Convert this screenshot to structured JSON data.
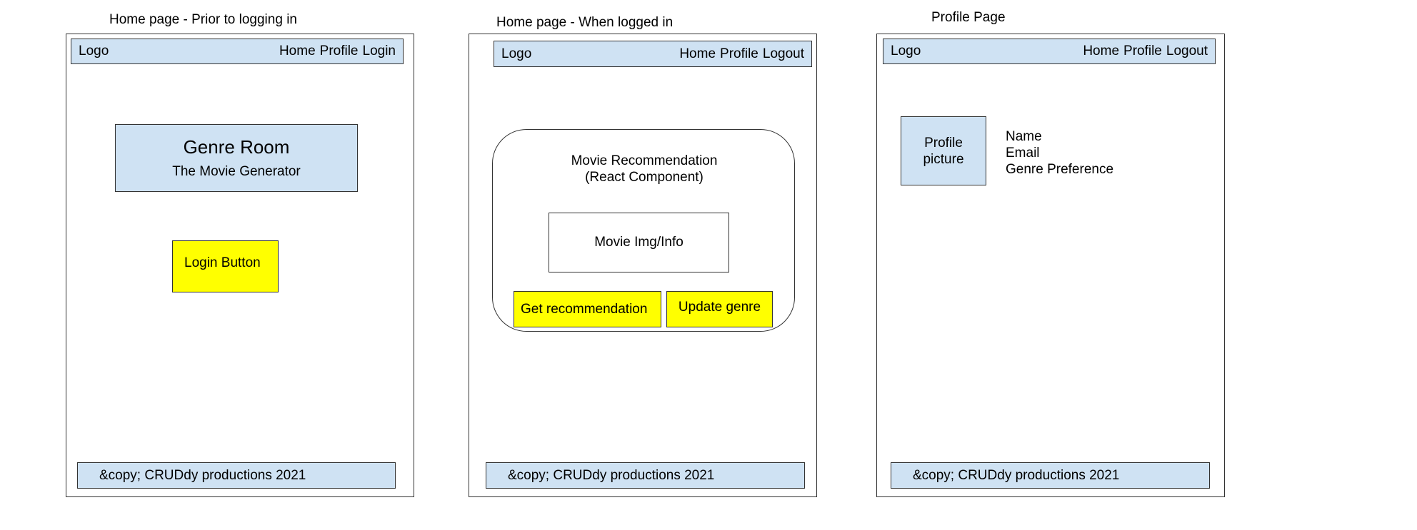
{
  "panel1": {
    "title": "Home page - Prior to logging in",
    "nav": {
      "logo": "Logo",
      "links": [
        "Home",
        "Profile",
        "Login"
      ]
    },
    "hero": {
      "heading": "Genre Room",
      "subheading": "The Movie Generator"
    },
    "login_button": "Login Button",
    "footer": "&copy; CRUDdy productions 2021"
  },
  "panel2": {
    "title": "Home page - When logged in",
    "nav": {
      "logo": "Logo",
      "links": [
        "Home",
        "Profile",
        "Logout"
      ]
    },
    "component": {
      "title_line1": "Movie Recommendation",
      "title_line2": "(React Component)",
      "movie_box": "Movie Img/Info",
      "get_button": "Get recommendation",
      "update_button": "Update genre"
    },
    "footer": "&copy; CRUDdy productions 2021"
  },
  "panel3": {
    "title": "Profile Page",
    "nav": {
      "logo": "Logo",
      "links": [
        "Home",
        "Profile",
        "Logout"
      ]
    },
    "picture_line1": "Profile",
    "picture_line2": "picture",
    "fields": [
      "Name",
      "Email",
      "Genre Preference"
    ],
    "footer": "&copy; CRUDdy productions 2021"
  },
  "colors": {
    "light_blue": "#cfe2f3",
    "yellow": "#ffff00",
    "border": "#333333"
  }
}
